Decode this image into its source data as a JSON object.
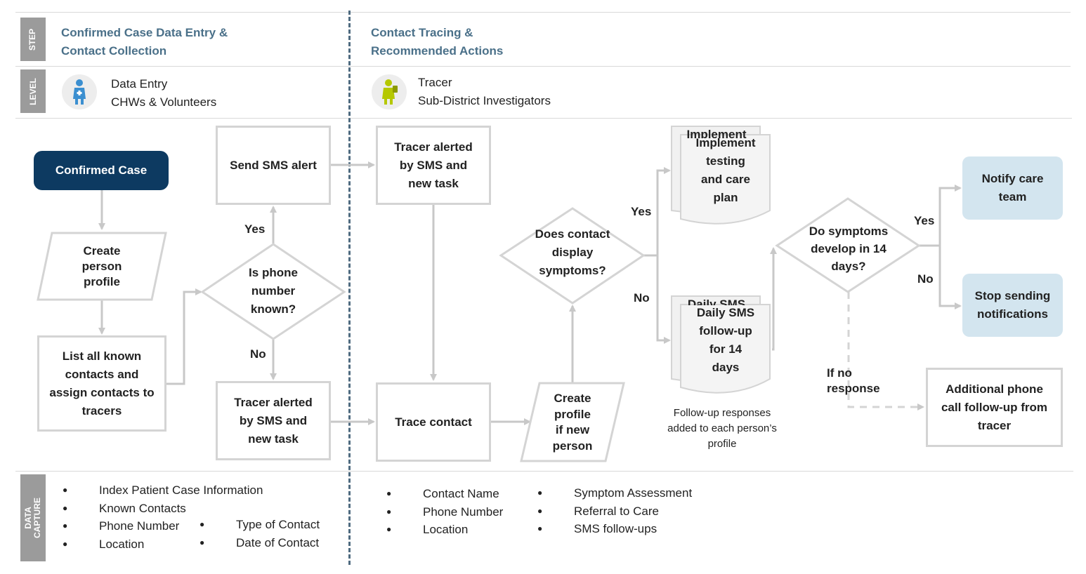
{
  "row_labels": {
    "step": "STEP",
    "level": "LEVEL",
    "data_capture": "DATA CAPTURE"
  },
  "steps": {
    "left": "Confirmed Case Data Entry &\nContact Collection",
    "right": "Contact Tracing &\nRecommended Actions"
  },
  "levels": {
    "left": {
      "line1": "Data Entry",
      "line2": "CHWs & Volunteers",
      "icon": "health-worker-icon",
      "icon_color": "#3b8fd0"
    },
    "right": {
      "line1": "Tracer",
      "line2": "Sub-District Investigators",
      "icon": "tracer-icon",
      "icon_color": "#b5c800"
    }
  },
  "nodes": {
    "confirmed_case": "Confirmed Case",
    "create_person_profile": "Create\nperson\nprofile",
    "list_contacts": "List all known\ncontacts and\nassign contacts to\ntracers",
    "is_phone_known": "Is phone\nnumber\nknown?",
    "send_sms_alert": "Send SMS alert",
    "tracer_alerted_left": "Tracer alerted\nby SMS and\nnew task",
    "tracer_alerted_right": "Tracer alerted\nby SMS and\nnew task",
    "trace_contact": "Trace contact",
    "create_profile_new": "Create\nprofile\nif new\nperson",
    "does_contact_display": "Does contact\ndisplay\nsymptoms?",
    "implement_back": "Implement",
    "implement_testing": "Implement\ntesting\nand care\nplan",
    "daily_sms_back": "Daily SMS",
    "daily_sms": "Daily SMS\nfollow-up\nfor 14\ndays",
    "do_symptoms_develop": "Do symptoms\ndevelop in 14\ndays?",
    "notify_care_team": "Notify care\nteam",
    "stop_sending": "Stop sending\nnotifications",
    "additional_phone": "Additional phone\ncall follow-up from\ntracer"
  },
  "edge_labels": {
    "phone_yes": "Yes",
    "phone_no": "No",
    "symptoms_yes": "Yes",
    "symptoms_no": "No",
    "develop_yes": "Yes",
    "develop_no": "No",
    "no_response": "If no\nresponse"
  },
  "notes": {
    "followup_responses": "Follow-up responses\nadded to each person’s\nprofile"
  },
  "data_capture": {
    "left_col1": [
      "Index Patient Case Information",
      "Known Contacts",
      "Phone Number",
      "Location"
    ],
    "left_col2": [
      "Type of Contact",
      "Date of Contact"
    ],
    "right_col1": [
      "Contact Name",
      "Phone Number",
      "Location"
    ],
    "right_col2": [
      "Symptom Assessment",
      "Referral to Care",
      "SMS follow-ups"
    ]
  },
  "colors": {
    "step_title": "#4a7089",
    "confirmed_case_fill": "#0d3a61",
    "end_state_fill": "#d3e5ef",
    "box_border": "#d4d4d4",
    "divider": "#4f6b80"
  }
}
